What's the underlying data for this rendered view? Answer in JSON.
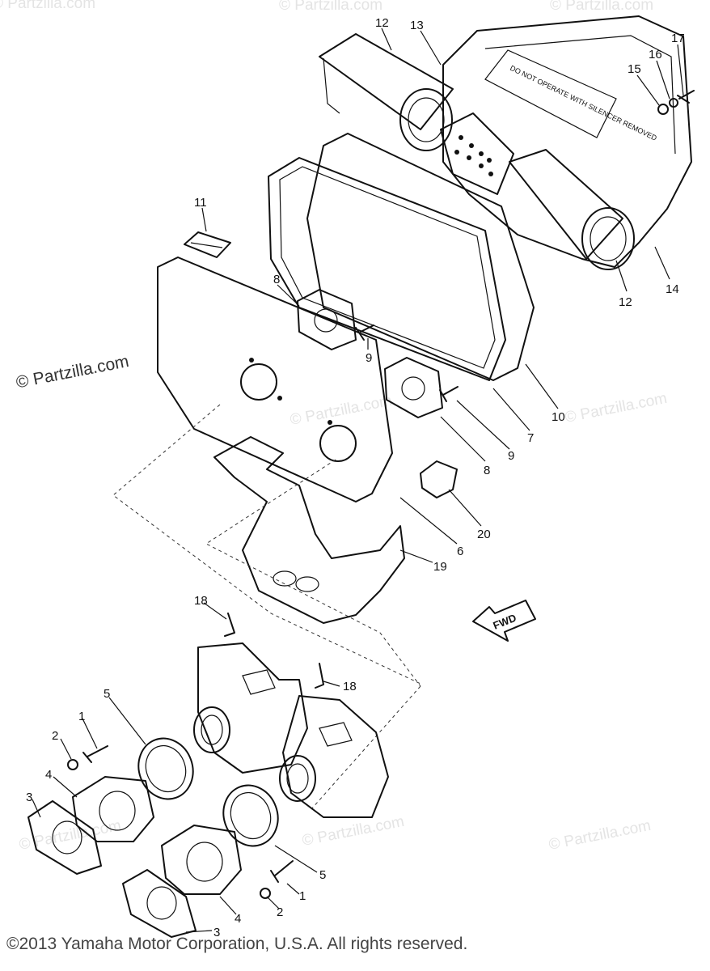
{
  "watermark_text": "© Partzilla.com",
  "side_credit": "© Partzilla.com",
  "copyright": "©2013 Yamaha Motor Corporation, U.S.A. All rights reserved.",
  "label_panel_text": "DO NOT OPERATE WITH SILENCER REMOVED",
  "fwd_arrow_text": "FWD",
  "callouts": {
    "c1a": "1",
    "c1b": "1",
    "c2a": "2",
    "c2b": "2",
    "c3a": "3",
    "c3b": "3",
    "c4a": "4",
    "c4b": "4",
    "c5a": "5",
    "c5b": "5",
    "c6": "6",
    "c7": "7",
    "c8a": "8",
    "c8b": "8",
    "c9a": "9",
    "c9b": "9",
    "c10": "10",
    "c11": "11",
    "c12a": "12",
    "c12b": "12",
    "c13": "13",
    "c14": "14",
    "c15": "15",
    "c16": "16",
    "c17": "17",
    "c18a": "18",
    "c18b": "18",
    "c19": "19",
    "c20": "20"
  }
}
